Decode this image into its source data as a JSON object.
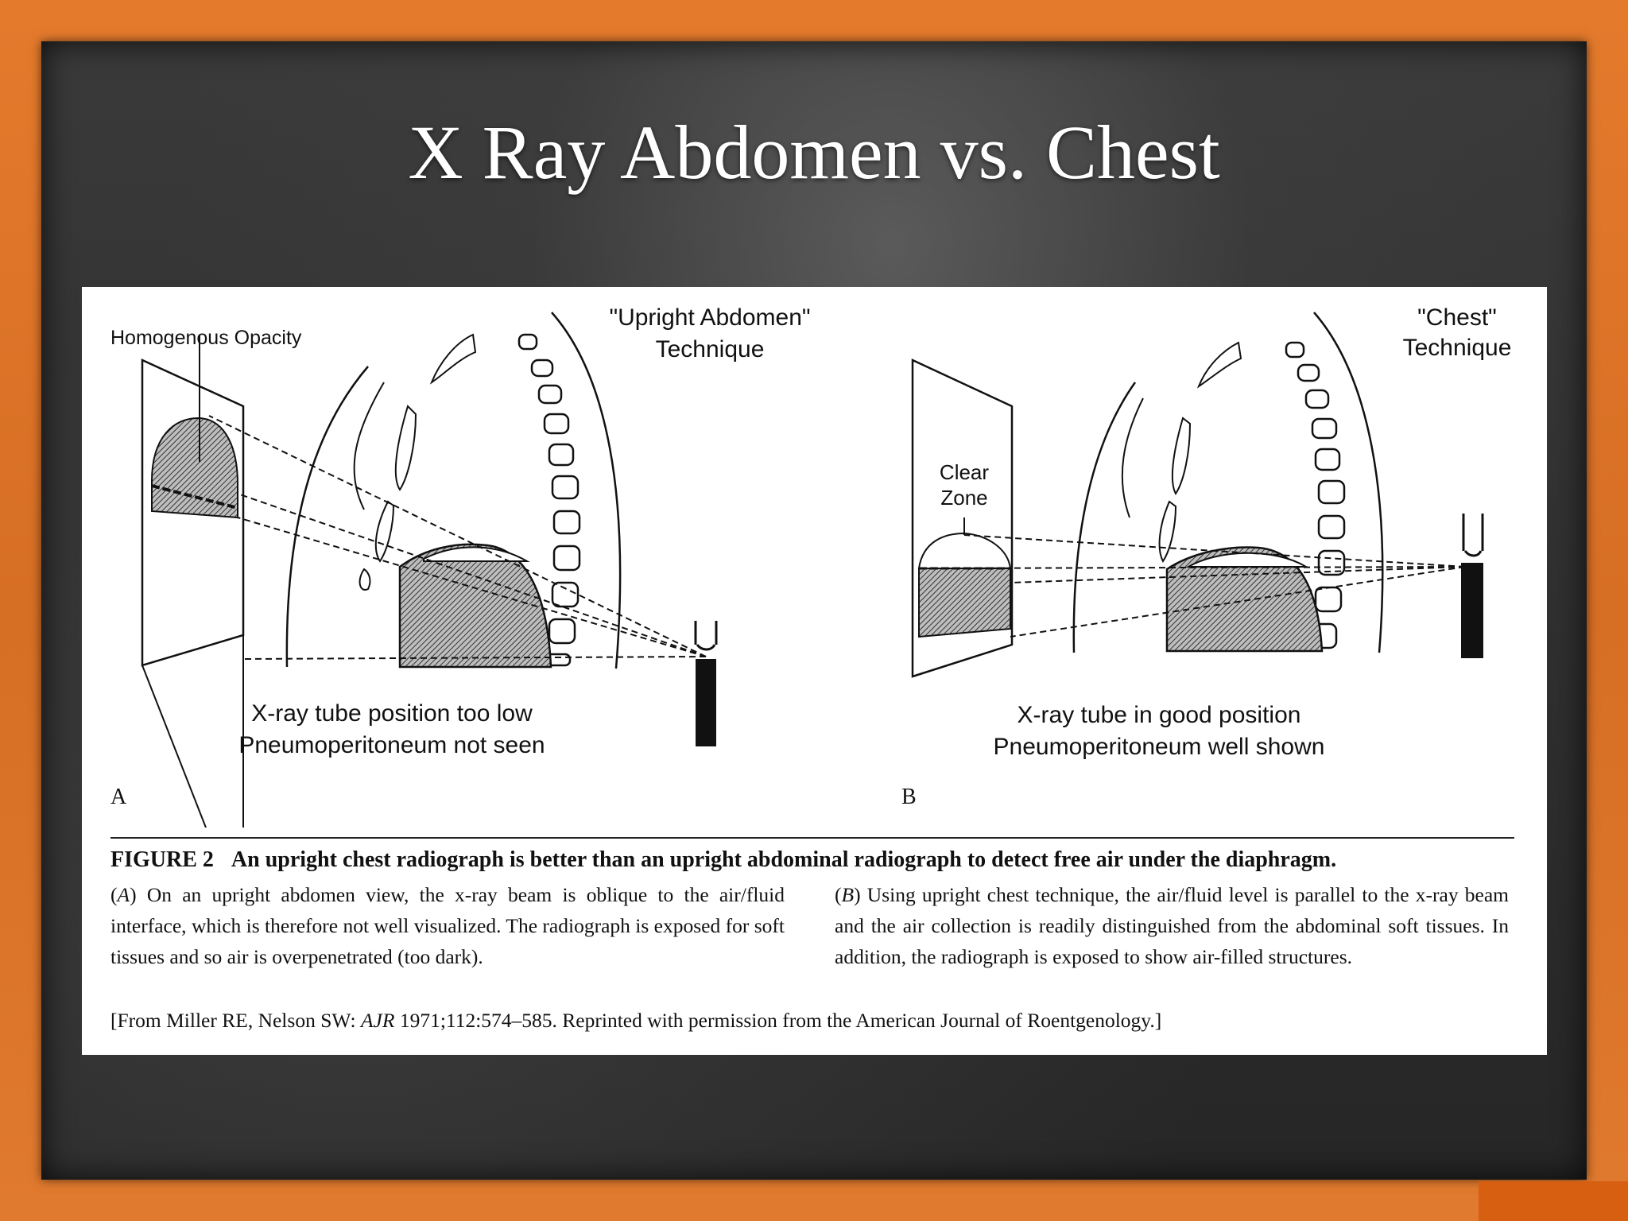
{
  "slide": {
    "title": "X Ray Abdomen vs. Chest"
  },
  "figure": {
    "panel_a": {
      "letter": "A",
      "label_opacity": "Homogenous Opacity",
      "technique_line1": "\"Upright Abdomen\"",
      "technique_line2": "Technique",
      "status_line1": "X-ray tube position too low",
      "status_line2": "Pneumoperitoneum not seen"
    },
    "panel_b": {
      "letter": "B",
      "label_clear_line1": "Clear",
      "label_clear_line2": "Zone",
      "technique_line1": "\"Chest\"",
      "technique_line2": "Technique",
      "status_line1": "X-ray tube in good position",
      "status_line2": "Pneumoperitoneum well shown"
    },
    "caption": {
      "number": "FIGURE 2",
      "heading": "An upright chest radiograph is better than an upright abdominal radiograph to detect free air under the diaphragm.",
      "col_a_marker": "A",
      "col_a_text": "On an upright abdomen view, the x-ray beam is oblique to the air/fluid interface, which is therefore not well visualized. The radiograph is exposed for soft tissues and so air is overpenetrated (too dark).",
      "col_b_marker": "B",
      "col_b_text": "Using upright chest technique, the air/fluid level is parallel to the x-ray beam and the air collection is readily distinguished from the abdominal soft tissues. In addition, the radiograph is exposed to show air-filled structures.",
      "credit_pre": "[From Miller RE, Nelson SW: ",
      "credit_journal": "AJR",
      "credit_post": " 1971;112:574–585. Reprinted with permission from the American Journal of Roentgenology.]"
    }
  },
  "colors": {
    "frame": "#e07a2e",
    "board": "#2e2e2e",
    "title_text": "#ffffff"
  }
}
